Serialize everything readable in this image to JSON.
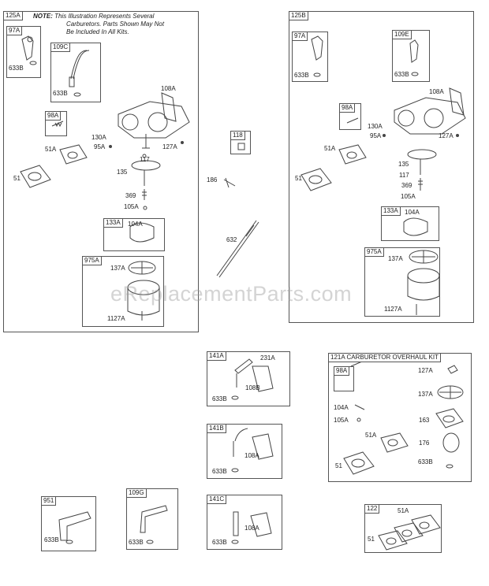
{
  "note": {
    "prefix": "NOTE:",
    "line1": "This Illustration Represents Several",
    "line2": "Carburetors. Parts Shown May Not",
    "line3": "Be Included In All Kits."
  },
  "boxes": {
    "b125A": "125A",
    "b125B": "125B",
    "b97A_left": "97A",
    "b109C": "109C",
    "b98A_left": "98A",
    "b133A_left": "133A",
    "b975A_left": "975A",
    "b97A_right": "97A",
    "b109E": "109E",
    "b98A_right": "98A",
    "b133A_right": "133A",
    "b975A_right": "975A",
    "b118": "118",
    "b141A": "141A",
    "b141B": "141B",
    "b141C": "141C",
    "b121A": "121A CARBURETOR OVERHAUL KIT",
    "b98A_kit": "98A",
    "b951": "951",
    "b109G": "109G",
    "b122": "122"
  },
  "labels": {
    "l633B_1": "633B",
    "l633B_2": "633B",
    "l108A_1": "108A",
    "l130A_1": "130A",
    "l95A_1": "95A",
    "l127A_1": "127A",
    "l51A_1": "51A",
    "l51_1": "51",
    "l117_1": "117",
    "l135_1": "135",
    "l369_1": "369",
    "l105A_1": "105A",
    "l104A_1": "104A",
    "l137A_1": "137A",
    "l1127A_1": "1127A",
    "l186": "186",
    "l632": "632",
    "l633B_3": "633B",
    "l633B_4": "633B",
    "l108A_2": "108A",
    "l130A_2": "130A",
    "l95A_2": "95A",
    "l127A_2": "127A",
    "l51A_2": "51A",
    "l51_2": "51",
    "l135_2": "135",
    "l117_2": "117",
    "l369_2": "369",
    "l105A_2": "105A",
    "l104A_2": "104A",
    "l137A_2": "137A",
    "l1127A_2": "1127A",
    "l231A": "231A",
    "l108B": "108B",
    "l633B_5": "633B",
    "l108A_3": "108A",
    "l633B_6": "633B",
    "l127A_k": "127A",
    "l137A_k": "137A",
    "l104A_k": "104A",
    "l105A_k": "105A",
    "l163": "163",
    "l51A_k": "51A",
    "l176": "176",
    "l51_k": "51",
    "l633B_k": "633B",
    "l633B_7": "633B",
    "l633B_8": "633B",
    "l633B_9": "633B",
    "l108A_4": "108A",
    "l51A_3": "51A",
    "l51_3": "51"
  },
  "watermark": "eReplacementParts.com"
}
